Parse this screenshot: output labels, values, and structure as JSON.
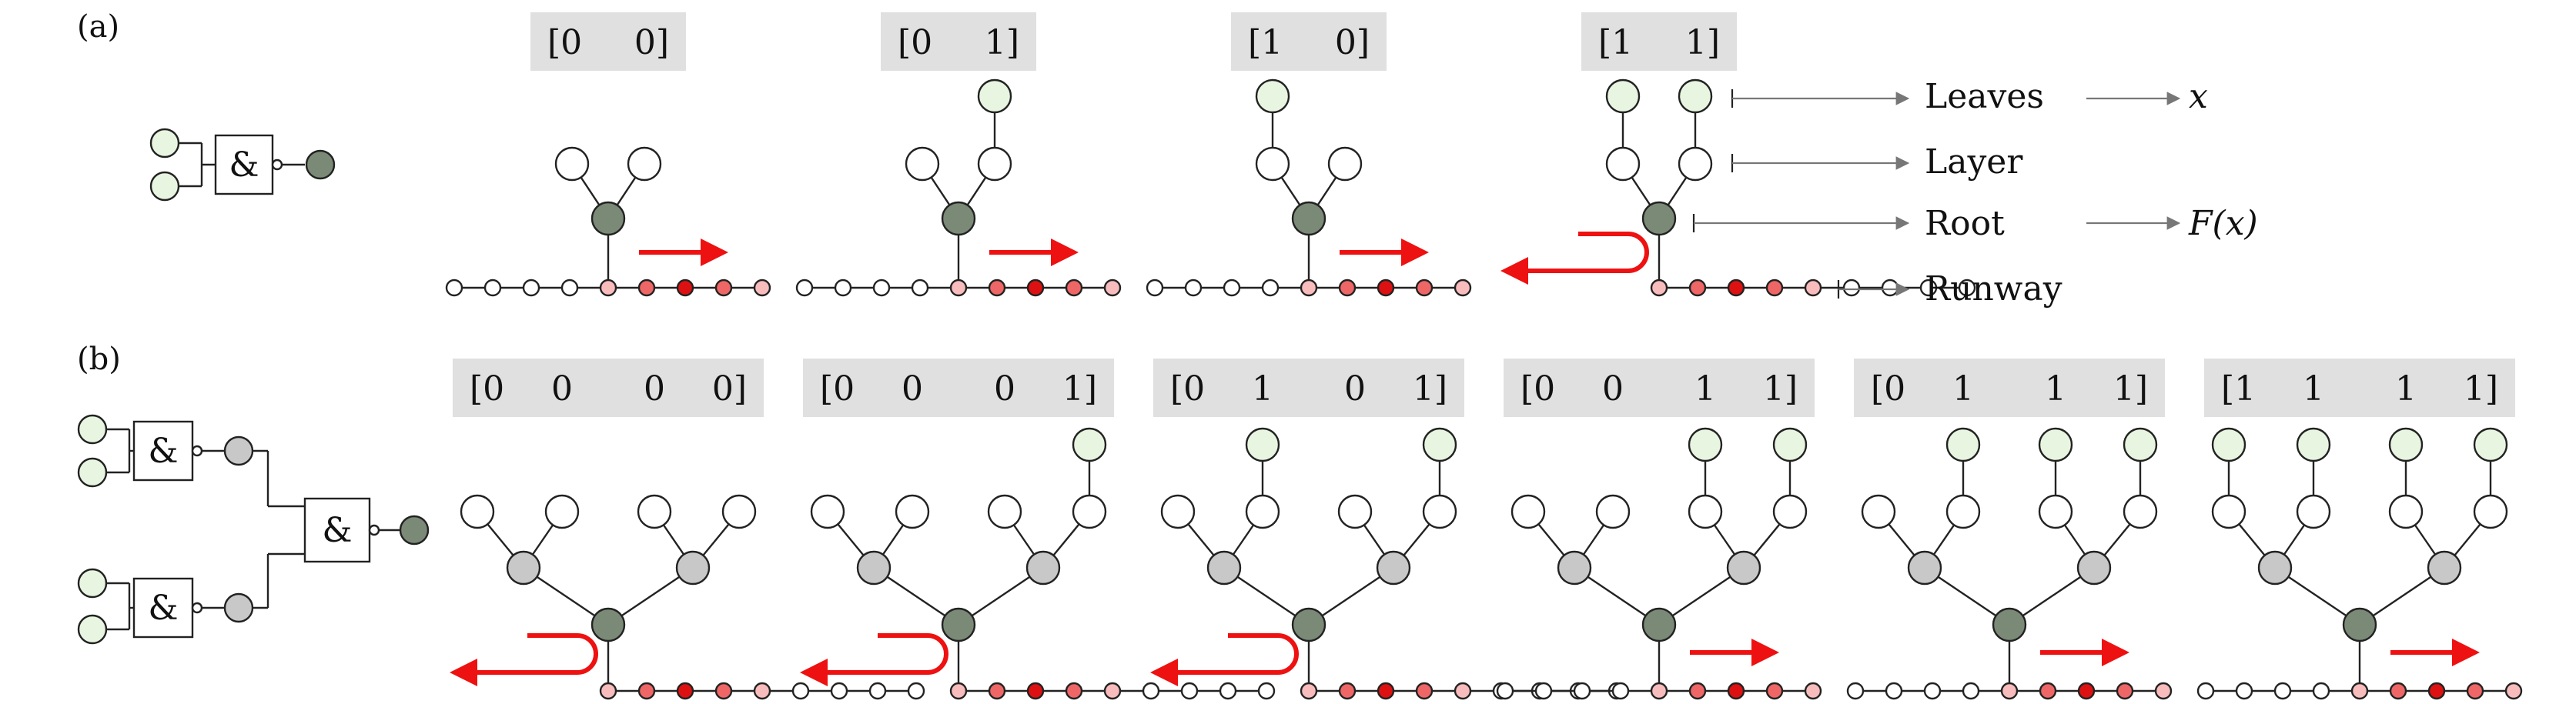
{
  "panel_a": {
    "label": "(a)",
    "gate_symbol": "&",
    "inputs": [
      {
        "vector": [
          "0",
          "0"
        ],
        "leaves": [
          0,
          0
        ],
        "arrow": "right"
      },
      {
        "vector": [
          "0",
          "1"
        ],
        "leaves": [
          0,
          1
        ],
        "arrow": "right"
      },
      {
        "vector": [
          "1",
          "0"
        ],
        "leaves": [
          1,
          0
        ],
        "arrow": "right"
      },
      {
        "vector": [
          "1",
          "1"
        ],
        "leaves": [
          1,
          1
        ],
        "arrow": "u-turn-left"
      }
    ]
  },
  "panel_b": {
    "label": "(b)",
    "gate_symbol": "&",
    "inputs": [
      {
        "vector": [
          "0",
          "0",
          "0",
          "0"
        ],
        "leaves": [
          0,
          0,
          0,
          0
        ],
        "arrow": "u-turn-left"
      },
      {
        "vector": [
          "0",
          "0",
          "0",
          "1"
        ],
        "leaves": [
          0,
          0,
          0,
          1
        ],
        "arrow": "u-turn-left"
      },
      {
        "vector": [
          "0",
          "1",
          "0",
          "1"
        ],
        "leaves": [
          0,
          1,
          0,
          1
        ],
        "arrow": "u-turn-left"
      },
      {
        "vector": [
          "0",
          "0",
          "1",
          "1"
        ],
        "leaves": [
          0,
          0,
          1,
          1
        ],
        "arrow": "right"
      },
      {
        "vector": [
          "0",
          "1",
          "1",
          "1"
        ],
        "leaves": [
          0,
          1,
          1,
          1
        ],
        "arrow": "right"
      },
      {
        "vector": [
          "1",
          "1",
          "1",
          "1"
        ],
        "leaves": [
          1,
          1,
          1,
          1
        ],
        "arrow": "right"
      }
    ]
  },
  "legend": {
    "leaves": "Leaves",
    "layer": "Layer",
    "root": "Root",
    "runway": "Runway",
    "leaves_value": "x",
    "root_value": "F(x)"
  },
  "colors": {
    "leaf_fill": "#e8f5e0",
    "internal_gray": "#c8c8c8",
    "root_fill": "#7a8a76",
    "vector_bg": "#e0e0e0",
    "arrow": "#ee1111",
    "runway_dark": "#dd1111",
    "runway_mid": "#ee6666",
    "runway_light": "#f8bcbc"
  }
}
